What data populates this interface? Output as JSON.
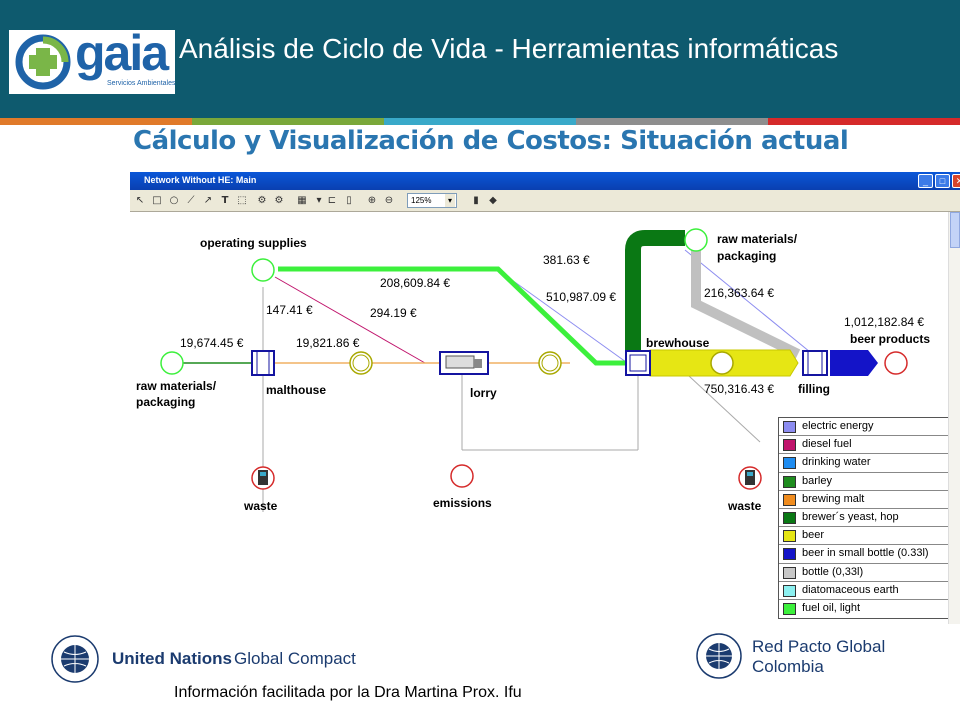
{
  "header": {
    "logo_word": "gaia",
    "logo_sub": "Servicios Ambientales",
    "title": "Análisis de Ciclo de Vida - Herramientas informáticas",
    "color_bar": [
      "#e07a2a",
      "#7aa83a",
      "#39a9c9",
      "#8e8e8e",
      "#d52a2a"
    ]
  },
  "slide_title": "Cálculo y Visualización de Costos: Situación actual",
  "window": {
    "title": "Network Without HE: Main",
    "zoom": "125%",
    "buttons": {
      "minimize": "_",
      "maximize": "□",
      "close": "✕"
    }
  },
  "diagram": {
    "nodes": {
      "operating_supplies": "operating supplies",
      "raw_materials_left_1": "raw materials/",
      "raw_materials_left_2": "packaging",
      "malthouse": "malthouse",
      "lorry": "lorry",
      "brewhouse": "brewhouse",
      "filling": "filling",
      "beer_products": "beer products",
      "raw_materials_right_1": "raw materials/",
      "raw_materials_right_2": "packaging",
      "waste_left": "waste",
      "emissions": "emissions",
      "waste_right": "waste"
    },
    "flows": {
      "v_208609": "208,609.84 €",
      "v_381": "381.63 €",
      "v_510987": "510,987.09 €",
      "v_147": "147.41 €",
      "v_294": "294.19 €",
      "v_19674": "19,674.45 €",
      "v_19821": "19,821.86 €",
      "v_216363": "216,363.64 €",
      "v_750316": "750,316.43 €",
      "v_1012182": "1,012,182.84 €"
    }
  },
  "legend": [
    {
      "label": "electric energy",
      "color": "#8c8cf0"
    },
    {
      "label": "diesel fuel",
      "color": "#c0146c"
    },
    {
      "label": "drinking water",
      "color": "#1e8cf0"
    },
    {
      "label": "barley",
      "color": "#1e8c1e"
    },
    {
      "label": "brewing malt",
      "color": "#f08c1e"
    },
    {
      "label": "brewer´s yeast, hop",
      "color": "#0a7814"
    },
    {
      "label": "beer",
      "color": "#e6e614"
    },
    {
      "label": "beer in small bottle (0.33l)",
      "color": "#1414c8"
    },
    {
      "label": "bottle (0,33l)",
      "color": "#c8c8c8"
    },
    {
      "label": "diatomaceous earth",
      "color": "#8cf0f0"
    },
    {
      "label": "fuel oil, light",
      "color": "#3cf03c"
    }
  ],
  "footer": {
    "un_bold": "United Nations",
    "un_normal": "Global Compact",
    "rp_line1": "Red Pacto Global",
    "rp_line2": "Colombia",
    "note": "Información facilitada por la Dra Martina Prox. Ifu"
  }
}
